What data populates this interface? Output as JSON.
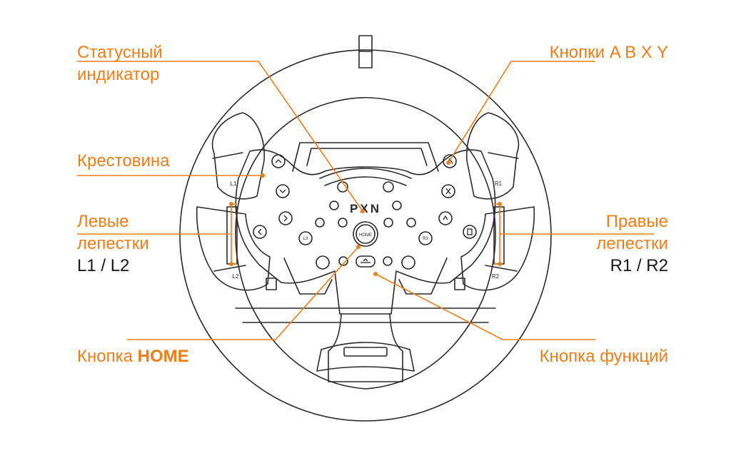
{
  "colors": {
    "accent": "#f07d16",
    "line": "#2a2a2a",
    "text": "#1a1a1a"
  },
  "labels": {
    "status_line1": "Статусный",
    "status_line2": "индикатор",
    "dpad": "Крестовина",
    "left_paddles_line1": "Левые",
    "left_paddles_line2": "лепестки",
    "left_paddles_line3": "L1 / L2",
    "home_prefix": "Кнопка",
    "home_bold": "HOME",
    "abxy": "Кнопки A B X Y",
    "right_paddles_line1": "Правые",
    "right_paddles_line2": "лепестки",
    "right_paddles_line3": "R1 / R2",
    "function": "Кнопка функций"
  },
  "wheel": {
    "brand": "PXN",
    "home_button": "HOME",
    "left_stick_button": "L3",
    "right_stick_button": "R3",
    "paddle_l1": "L1",
    "paddle_l2": "L2",
    "paddle_r1": "R1",
    "paddle_r2": "R2"
  }
}
